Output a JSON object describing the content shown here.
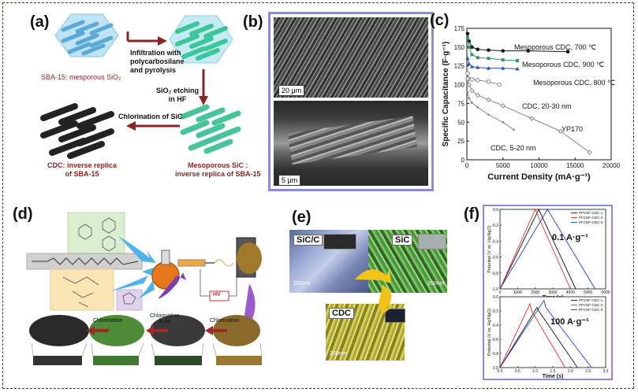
{
  "panels": {
    "a": {
      "label": "(a)",
      "sba15": "SBA-15: mesporous SiO₂",
      "step1_l1": "Infiltration with",
      "step1_l2": "polycarbosilane",
      "step1_l3": "and pyrolysis",
      "step2_l1": "SiO₂ etching",
      "step2_l2": "in HF",
      "step3": "Chlorination of SiC",
      "cdc_l1": "CDC: inverse replica",
      "cdc_l2": "of SBA-15",
      "sic_l1": "Mesoporous SiC :",
      "sic_l2": "inverse replica of SBA-15"
    },
    "b": {
      "label": "(b)",
      "scale_top": "20 μm",
      "scale_bottom": "5 μm"
    },
    "c": {
      "label": "(c)",
      "series_labels": {
        "cdc700": "Mesoporous CDC, 700 ℃",
        "cdc900": "Mesoporous CDC, 900 ℃",
        "cdc800": "Mesoporous CDC, 800 ℃",
        "cdc2030": "CDC, 20-30 nm",
        "yp170": "YP170",
        "cdc520": "CDC, 5-20 nm"
      }
    },
    "d": {
      "label": "(d)",
      "hv": "HV",
      "chl1": "Chlorination",
      "chl2_l1": "Chlorination",
      "chl2_l2": "in air",
      "chl3": "Chlorination"
    },
    "e": {
      "label": "(e)",
      "sicc": "SiC/C",
      "sic": "SiC",
      "cdc": "CDC",
      "scale1": "200nm",
      "scale2": "200nm",
      "scale3": "200nm"
    },
    "f": {
      "label": "(f)",
      "legend": [
        "PFCNF-CDC-1",
        "PFCNF-CDC-2",
        "PFCNF-CDC-3"
      ],
      "rate_top": "0.1 A·g⁻¹",
      "rate_bottom": "100 A·g⁻¹",
      "ylabel": "Potential (V vs. Hg/HgO)",
      "xlabel": "Time (s)"
    }
  },
  "colors": {
    "frame": "#1f3b63",
    "box_border": "#8b8bd9",
    "arrow_red": "#8b2424",
    "cdc700": "#111111",
    "cdc900": "#2e9a62",
    "cdc800": "#2a4fb0",
    "gray": "#888888",
    "f1": "#111111",
    "f2": "#e03030",
    "f3": "#2040c0"
  },
  "chart_data": [
    {
      "type": "line",
      "panel": "c",
      "xlabel": "Current Density (mA·g⁻¹)",
      "ylabel": "Specific Capacitance (F·g⁻¹)",
      "xlim": [
        0,
        20000
      ],
      "ylim": [
        0,
        175
      ],
      "xticks": [
        0,
        5000,
        10000,
        15000,
        20000
      ],
      "yticks": [
        0,
        25,
        50,
        75,
        100,
        125,
        150,
        175
      ],
      "series": [
        {
          "key": "cdc700",
          "x": [
            100,
            300,
            700,
            1500,
            3000,
            5000,
            8500,
            14000
          ],
          "y": [
            168,
            158,
            150,
            147,
            146,
            145,
            145,
            144
          ]
        },
        {
          "key": "cdc900",
          "x": [
            100,
            300,
            700,
            1500,
            3000,
            5000,
            7000
          ],
          "y": [
            162,
            150,
            140,
            136,
            135,
            133,
            132
          ]
        },
        {
          "key": "cdc800",
          "x": [
            100,
            300,
            700,
            1500,
            3000,
            5000,
            7000
          ],
          "y": [
            135,
            128,
            124,
            123,
            122,
            122,
            121
          ]
        },
        {
          "key": "cdc2030",
          "x": [
            100,
            300,
            700,
            1500,
            3000,
            4500
          ],
          "y": [
            115,
            108,
            107,
            106,
            104,
            100
          ]
        },
        {
          "key": "yp170",
          "x": [
            100,
            300,
            700,
            1500,
            3000,
            5000,
            9000,
            13000,
            17000
          ],
          "y": [
            108,
            100,
            92,
            86,
            80,
            72,
            55,
            38,
            10
          ]
        },
        {
          "key": "cdc520",
          "x": [
            100,
            300,
            700,
            1500,
            3000,
            5000,
            6500
          ],
          "y": [
            90,
            82,
            76,
            70,
            60,
            50,
            40
          ]
        }
      ]
    },
    {
      "type": "line",
      "panel": "f-top",
      "xlim": [
        0,
        6000
      ],
      "ylim": [
        -1.0,
        0.0
      ],
      "xticks": [
        0,
        1000,
        2000,
        3000,
        4000,
        5000,
        6000
      ],
      "yticks": [
        0.0,
        -0.2,
        -0.4,
        -0.6,
        -0.8,
        -1.0
      ],
      "series": [
        {
          "key": "f1",
          "x": [
            0,
            2200,
            4300
          ],
          "y": [
            -1.0,
            0.0,
            -1.0
          ]
        },
        {
          "key": "f2",
          "x": [
            0,
            2000,
            4000
          ],
          "y": [
            -1.0,
            0.0,
            -1.0
          ]
        },
        {
          "key": "f3",
          "x": [
            0,
            2700,
            5400
          ],
          "y": [
            -1.0,
            0.0,
            -1.0
          ]
        }
      ]
    },
    {
      "type": "line",
      "panel": "f-bottom",
      "xlim": [
        0,
        3.0
      ],
      "ylim": [
        -1.0,
        0.0
      ],
      "xticks": [
        0.0,
        0.5,
        1.0,
        1.5,
        2.0,
        2.5,
        3.0
      ],
      "yticks": [
        0.0,
        -0.2,
        -0.4,
        -0.6,
        -0.8,
        -1.0
      ],
      "series": [
        {
          "key": "f1",
          "x": [
            0,
            1.05,
            1.1,
            2.2
          ],
          "y": [
            -1.0,
            -0.15,
            -0.2,
            -1.0
          ]
        },
        {
          "key": "f2",
          "x": [
            0,
            0.85,
            0.9,
            1.85
          ],
          "y": [
            -1.0,
            -0.1,
            -0.2,
            -1.0
          ]
        },
        {
          "key": "f3",
          "x": [
            0,
            1.25,
            1.3,
            2.6
          ],
          "y": [
            -1.0,
            -0.05,
            -0.15,
            -1.0
          ]
        }
      ]
    }
  ]
}
